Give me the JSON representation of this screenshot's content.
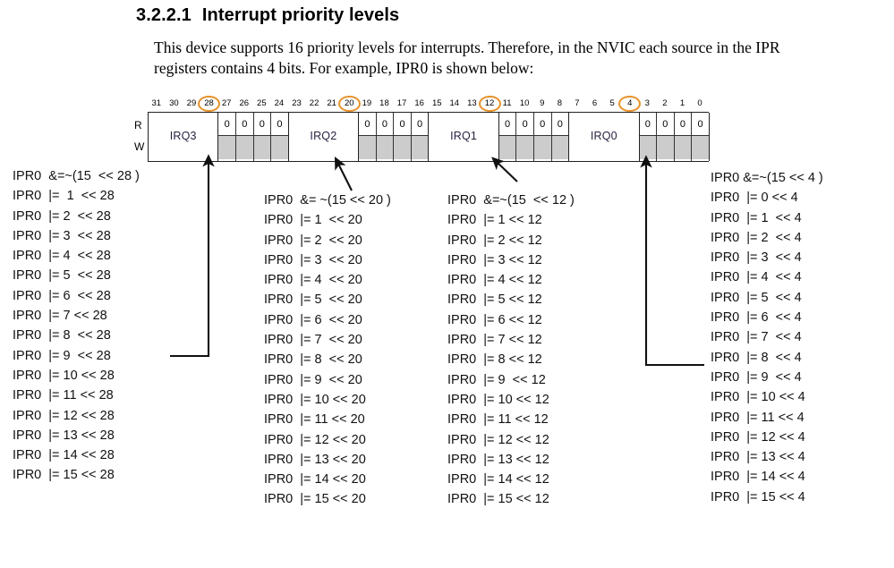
{
  "heading": {
    "section": "3.2.2.1",
    "title": "Interrupt priority levels"
  },
  "intro": "This device supports 16 priority levels for interrupts. Therefore, in the NVIC each source in the IPR registers contains 4 bits. For example, IPR0 is shown below:",
  "register": {
    "rw_labels": {
      "read": "R",
      "write": "W"
    },
    "bit_numbers": [
      31,
      30,
      29,
      28,
      27,
      26,
      25,
      24,
      23,
      22,
      21,
      20,
      19,
      18,
      17,
      16,
      15,
      14,
      13,
      12,
      11,
      10,
      9,
      8,
      7,
      6,
      5,
      4,
      3,
      2,
      1,
      0
    ],
    "highlighted_bits": [
      28,
      20,
      12,
      4
    ],
    "highlight_color": "#E8922B",
    "fields": [
      {
        "name": "IRQ3",
        "bits": "31:28",
        "type": "field"
      },
      {
        "name": "",
        "bits": "27:24",
        "type": "reserved",
        "value": "0"
      },
      {
        "name": "IRQ2",
        "bits": "23:20",
        "type": "field"
      },
      {
        "name": "",
        "bits": "19:16",
        "type": "reserved",
        "value": "0"
      },
      {
        "name": "IRQ1",
        "bits": "15:12",
        "type": "field"
      },
      {
        "name": "",
        "bits": "11:8",
        "type": "reserved",
        "value": "0"
      },
      {
        "name": "IRQ0",
        "bits": "7:4",
        "type": "field"
      },
      {
        "name": "",
        "bits": "3:0",
        "type": "reserved",
        "value": "0"
      }
    ],
    "reserved_cell_value": "0"
  },
  "code_columns": [
    {
      "id": "col1",
      "shift": "28",
      "target_field": "IRQ3",
      "lines": [
        "IPR0  &=~(15  << 28 )",
        "IPR0  |=  1  << 28",
        "IPR0  |= 2  << 28",
        "IPR0  |= 3  << 28",
        "IPR0  |= 4  << 28",
        "IPR0  |= 5  << 28",
        "IPR0  |= 6  << 28",
        "IPR0  |= 7 << 28",
        "IPR0  |= 8  << 28",
        "IPR0  |= 9  << 28",
        "IPR0  |= 10 << 28",
        "IPR0  |= 11 << 28",
        "IPR0  |= 12 << 28",
        "IPR0  |= 13 << 28",
        "IPR0  |= 14 << 28",
        "IPR0  |= 15 << 28"
      ]
    },
    {
      "id": "col2",
      "shift": "20",
      "target_field": "IRQ2",
      "lines": [
        "IPR0  &= ~(15 << 20 )",
        "IPR0  |= 1  << 20",
        "IPR0  |= 2  << 20",
        "IPR0  |= 3  << 20",
        "IPR0  |= 4  << 20",
        "IPR0  |= 5  << 20",
        "IPR0  |= 6  << 20",
        "IPR0  |= 7  << 20",
        "IPR0  |= 8  << 20",
        "IPR0  |= 9  << 20",
        "IPR0  |= 10 << 20",
        "IPR0  |= 11 << 20",
        "IPR0  |= 12 << 20",
        "IPR0  |= 13 << 20",
        "IPR0  |= 14 << 20",
        "IPR0  |= 15 << 20"
      ]
    },
    {
      "id": "col3",
      "shift": "12",
      "target_field": "IRQ1",
      "lines": [
        "IPR0  &=~(15  << 12 )",
        "IPR0  |= 1 << 12",
        "IPR0  |= 2 << 12",
        "IPR0  |= 3 << 12",
        "IPR0  |= 4 << 12",
        "IPR0  |= 5 << 12",
        "IPR0  |= 6 << 12",
        "IPR0  |= 7 << 12",
        "IPR0  |= 8 << 12",
        "IPR0  |= 9  << 12",
        "IPR0  |= 10 << 12",
        "IPR0  |= 11 << 12",
        "IPR0  |= 12 << 12",
        "IPR0  |= 13 << 12",
        "IPR0  |= 14 << 12",
        "IPR0  |= 15 << 12"
      ]
    },
    {
      "id": "col4",
      "shift": "4",
      "target_field": "IRQ0",
      "lines": [
        "IPR0 &=~(15 << 4 )",
        "IPR0  |= 0 << 4",
        "IPR0  |= 1  << 4",
        "IPR0  |= 2  << 4",
        "IPR0  |= 3  << 4",
        "IPR0  |= 4  << 4",
        "IPR0  |= 5  << 4",
        "IPR0  |= 6  << 4",
        "IPR0  |= 7  << 4",
        "IPR0  |= 8  << 4",
        "IPR0  |= 9  << 4",
        "IPR0  |= 10 << 4",
        "IPR0  |= 11 << 4",
        "IPR0  |= 12 << 4",
        "IPR0  |= 13 << 4",
        "IPR0  |= 14 << 4",
        "IPR0  |= 15 << 4"
      ]
    }
  ],
  "annotations": {
    "arrows": [
      {
        "name": "arrow-irq3",
        "from_column": "col1",
        "to_field": "IRQ3",
        "style": "elbow"
      },
      {
        "name": "arrow-irq2",
        "from_column": "col2",
        "to_field": "IRQ2",
        "style": "diagonal"
      },
      {
        "name": "arrow-irq1",
        "from_column": "col3",
        "to_field": "IRQ1",
        "style": "diagonal"
      },
      {
        "name": "arrow-irq0",
        "from_column": "col4",
        "to_field": "IRQ0",
        "style": "elbow"
      }
    ]
  }
}
